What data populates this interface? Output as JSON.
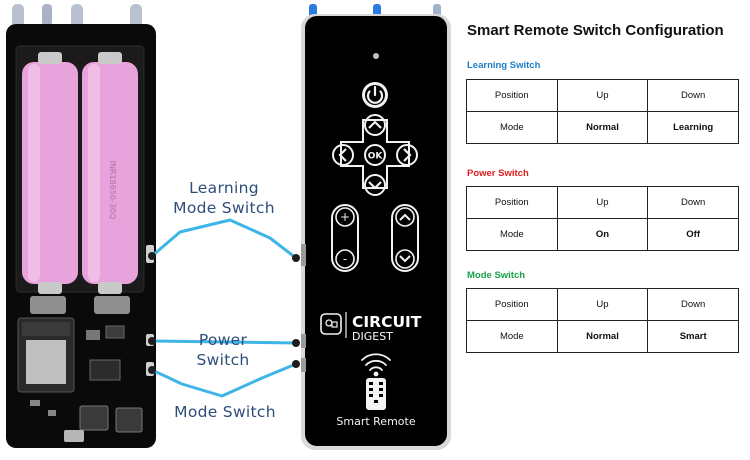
{
  "callouts": {
    "learning_line1": "Learning",
    "learning_line2": "Mode Switch",
    "power_line1": "Power",
    "power_line2": "Switch",
    "mode": "Mode Switch"
  },
  "remote": {
    "brand_line1": "CIRCUIT",
    "brand_line2": "DIGEST",
    "ok_label": "OK",
    "plus_label": "+",
    "minus_label": "-",
    "caption": "Smart Remote"
  },
  "config": {
    "title": "Smart Remote Switch Configuration",
    "sections": [
      {
        "title": "Learning Switch",
        "title_color": "#1e7ec8",
        "header": [
          "Position",
          "Up",
          "Down"
        ],
        "row": [
          "Mode",
          "Normal",
          "Learning"
        ]
      },
      {
        "title": "Power Switch",
        "title_color": "#e01e1e",
        "header": [
          "Position",
          "Up",
          "Down"
        ],
        "row": [
          "Mode",
          "On",
          "Off"
        ]
      },
      {
        "title": "Mode Switch",
        "title_color": "#17a34a",
        "header": [
          "Position",
          "Up",
          "Down"
        ],
        "row": [
          "Mode",
          "Normal",
          "Smart"
        ]
      }
    ]
  },
  "colors": {
    "callout_line": "#3db5e6",
    "battery": "#e8a3dc",
    "pcb": "#0a0a0a",
    "remote_body": "#000000"
  }
}
